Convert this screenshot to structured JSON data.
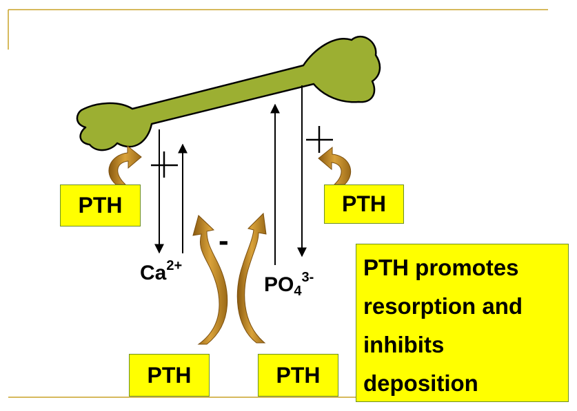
{
  "pth_labels": {
    "left": "PTH",
    "right": "PTH",
    "bottom_left": "PTH",
    "bottom_middle": "PTH"
  },
  "ions": {
    "calcium": {
      "base": "Ca",
      "charge": "2+"
    },
    "phosphate": {
      "base": "PO",
      "subscript": "4",
      "charge": "3-"
    }
  },
  "signs": {
    "inhibition": "-"
  },
  "summary": {
    "line1": "PTH promotes",
    "line2": "resorption and",
    "line3": "inhibits",
    "line4": "deposition"
  },
  "colors": {
    "bone": "#9caf32",
    "bone_outline": "#000000",
    "label_box": "#ffff00",
    "curved_arrow": "#c08a1e",
    "rule_line": "#c9a227"
  }
}
